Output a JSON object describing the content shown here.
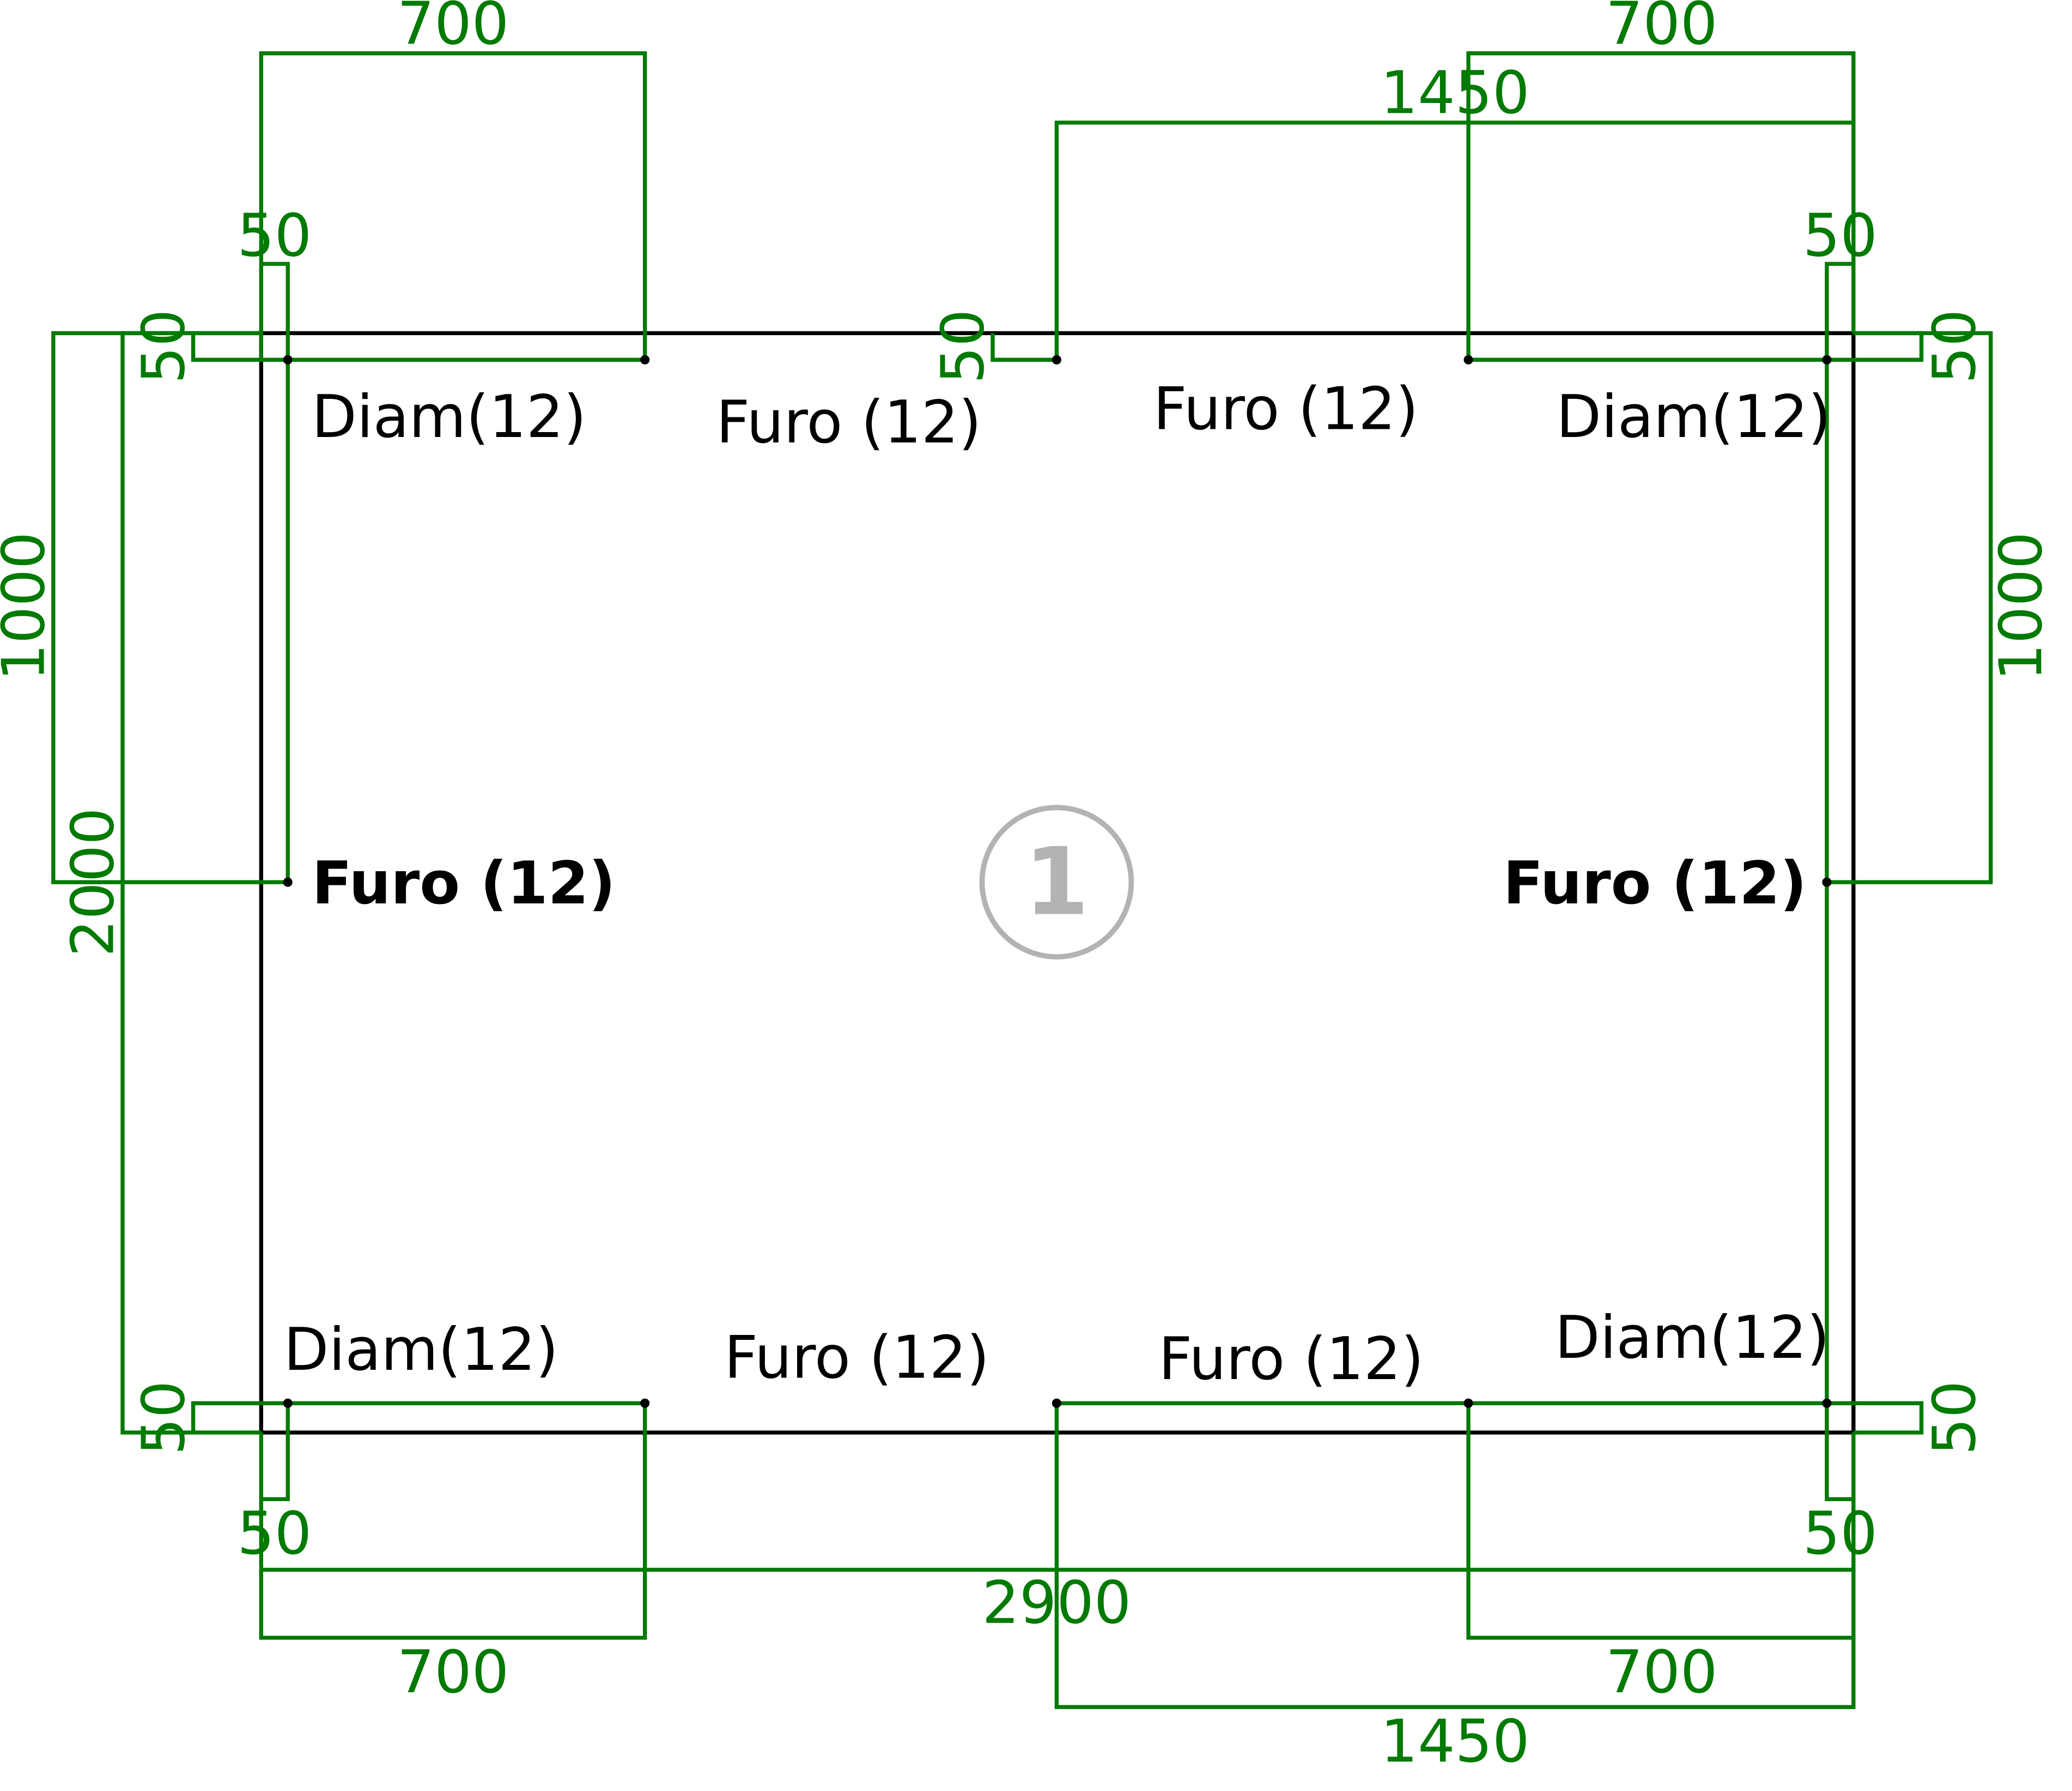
{
  "drawing": {
    "part_number": "1",
    "hole_labels": {
      "top_left": "Diam(12)",
      "top_mid_left": "Furo (12)",
      "top_mid_right": "Furo (12)",
      "top_right": "Diam(12)",
      "mid_left": "Furo (12)",
      "mid_right": "Furo (12)",
      "bottom_left": "Diam(12)",
      "bottom_mid_left": "Furo (12)",
      "bottom_mid_right": "Furo (12)",
      "bottom_right": "Diam(12)"
    },
    "dimensions": {
      "top_left_700": "700",
      "top_right_700": "700",
      "top_1450": "1450",
      "top_left_50": "50",
      "top_right_50": "50",
      "left_top_50": "50",
      "mid_top_50": "50",
      "right_top_50": "50",
      "left_1000": "1000",
      "right_1000": "1000",
      "left_2000": "2000",
      "left_bottom_50": "50",
      "right_bottom_50": "50",
      "bottom_left_50": "50",
      "bottom_right_50": "50",
      "bottom_2900": "2900",
      "bottom_left_700": "700",
      "bottom_right_700": "700",
      "bottom_1450": "1450"
    },
    "colors": {
      "dimension": "#007a00",
      "outline": "#000000",
      "part_marker": "#b3b3b3"
    }
  }
}
